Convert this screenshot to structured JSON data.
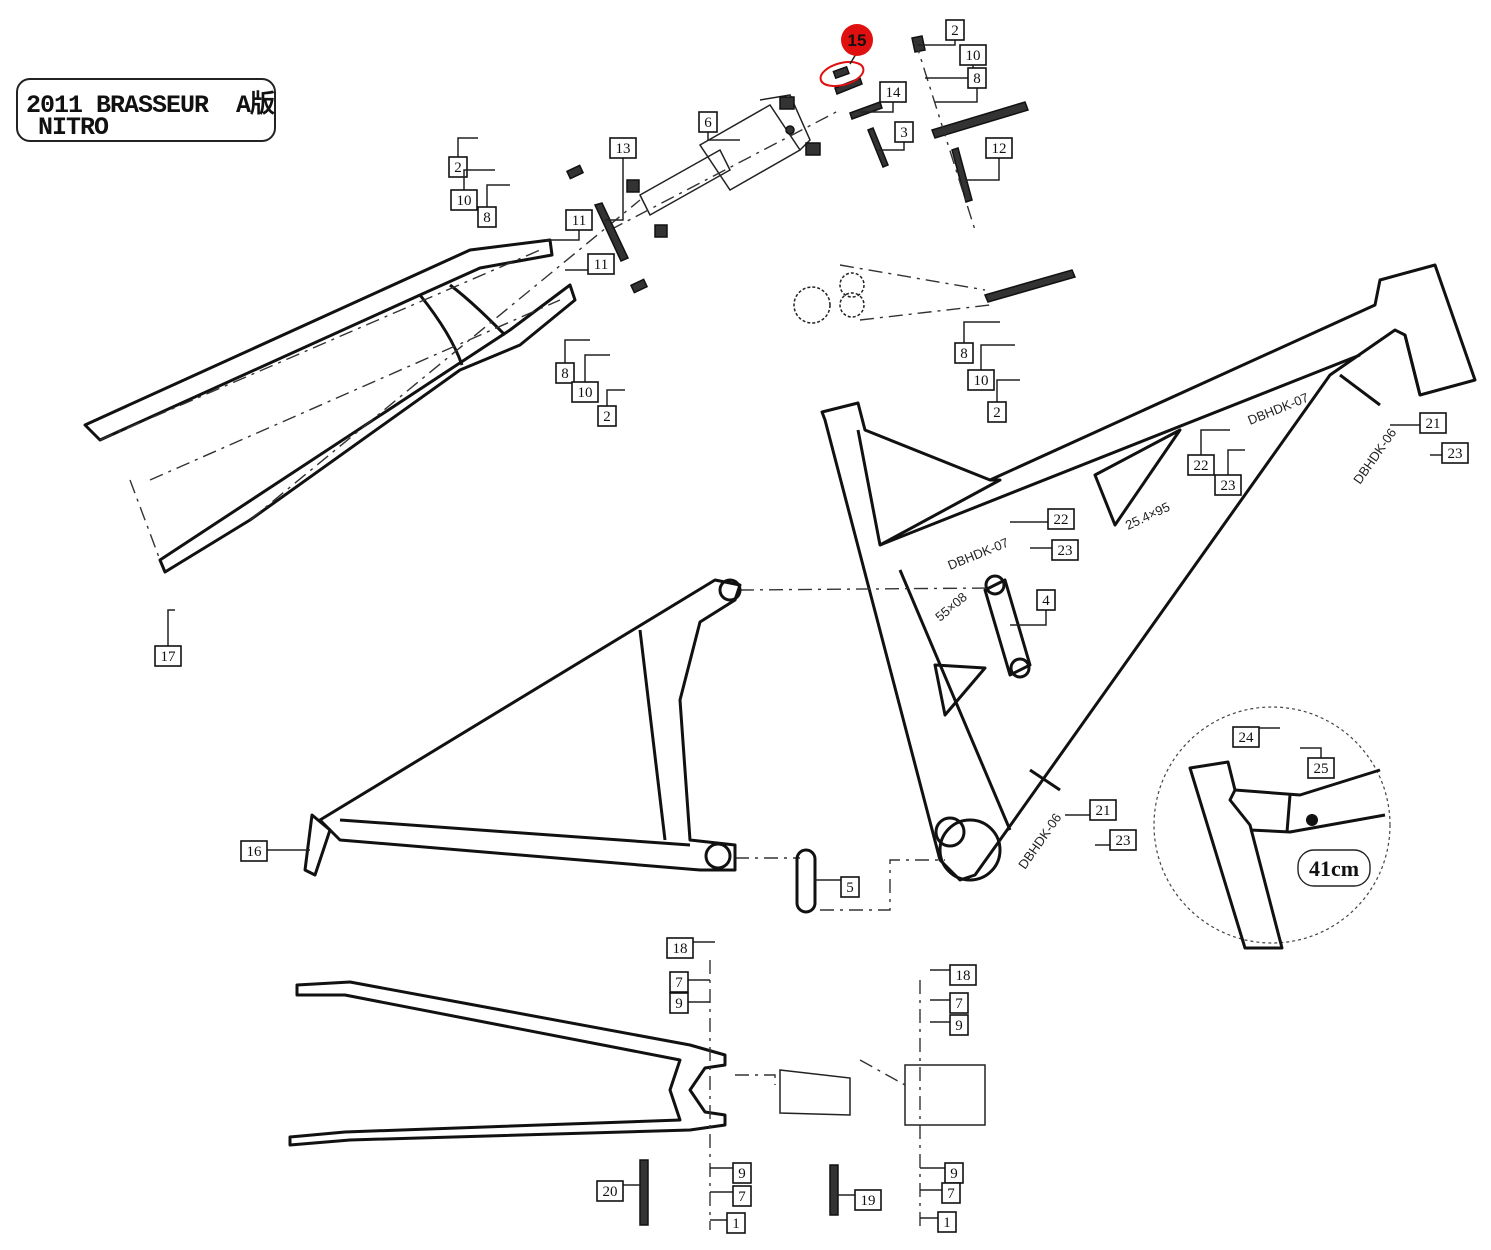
{
  "title": {
    "line1": "2011 BRASSEUR  A版",
    "line2": "NITRO"
  },
  "highlight": {
    "part_number": "15",
    "color": "#e01010"
  },
  "annotations": {
    "top_tube_left": "DBHDK-07",
    "top_tube_right": "DBHDK-07",
    "seat_tube": "DBHDK-06",
    "down_tube": "DBHDK-06",
    "seatpost_size": "25.4×95",
    "link_size": "55×08",
    "detail_size": "41cm"
  },
  "callouts": [
    {
      "id": "c-2a",
      "label": "2"
    },
    {
      "id": "c-10a",
      "label": "10"
    },
    {
      "id": "c-8a",
      "label": "8"
    },
    {
      "id": "c-14",
      "label": "14"
    },
    {
      "id": "c-3",
      "label": "3"
    },
    {
      "id": "c-12",
      "label": "12"
    },
    {
      "id": "c-6",
      "label": "6"
    },
    {
      "id": "c-13",
      "label": "13"
    },
    {
      "id": "c-2b",
      "label": "2"
    },
    {
      "id": "c-10b",
      "label": "10"
    },
    {
      "id": "c-8b",
      "label": "8"
    },
    {
      "id": "c-11a",
      "label": "11"
    },
    {
      "id": "c-11b",
      "label": "11"
    },
    {
      "id": "c-8c",
      "label": "8"
    },
    {
      "id": "c-10c",
      "label": "10"
    },
    {
      "id": "c-2c",
      "label": "2"
    },
    {
      "id": "c-8d",
      "label": "8"
    },
    {
      "id": "c-10d",
      "label": "10"
    },
    {
      "id": "c-2d",
      "label": "2"
    },
    {
      "id": "c-22a",
      "label": "22"
    },
    {
      "id": "c-23a",
      "label": "23"
    },
    {
      "id": "c-21a",
      "label": "21"
    },
    {
      "id": "c-23b",
      "label": "23"
    },
    {
      "id": "c-22b",
      "label": "22"
    },
    {
      "id": "c-23c",
      "label": "23"
    },
    {
      "id": "c-4",
      "label": "4"
    },
    {
      "id": "c-17",
      "label": "17"
    },
    {
      "id": "c-16",
      "label": "16"
    },
    {
      "id": "c-5",
      "label": "5"
    },
    {
      "id": "c-21b",
      "label": "21"
    },
    {
      "id": "c-23d",
      "label": "23"
    },
    {
      "id": "c-24",
      "label": "24"
    },
    {
      "id": "c-25",
      "label": "25"
    },
    {
      "id": "c-18a",
      "label": "18"
    },
    {
      "id": "c-7a",
      "label": "7"
    },
    {
      "id": "c-9a",
      "label": "9"
    },
    {
      "id": "c-18b",
      "label": "18"
    },
    {
      "id": "c-7b",
      "label": "7"
    },
    {
      "id": "c-9b",
      "label": "9"
    },
    {
      "id": "c-20",
      "label": "20"
    },
    {
      "id": "c-9c",
      "label": "9"
    },
    {
      "id": "c-7c",
      "label": "7"
    },
    {
      "id": "c-1a",
      "label": "1"
    },
    {
      "id": "c-19",
      "label": "19"
    },
    {
      "id": "c-9d",
      "label": "9"
    },
    {
      "id": "c-7d",
      "label": "7"
    },
    {
      "id": "c-1b",
      "label": "1"
    }
  ]
}
